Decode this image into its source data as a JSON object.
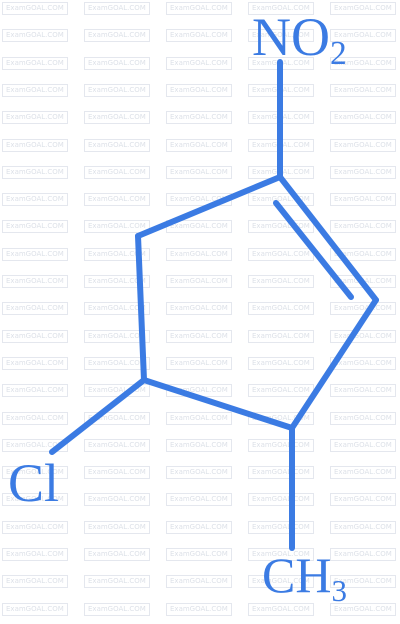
{
  "diagram": {
    "accent_color": "#3b7be3",
    "watermark_text": "ExamGOAL.COM",
    "substituents": {
      "nitro": {
        "main": "NO",
        "sub": "2"
      },
      "chloro": {
        "main": "Cl"
      },
      "methyl": {
        "main": "CH",
        "sub": "3"
      }
    }
  }
}
